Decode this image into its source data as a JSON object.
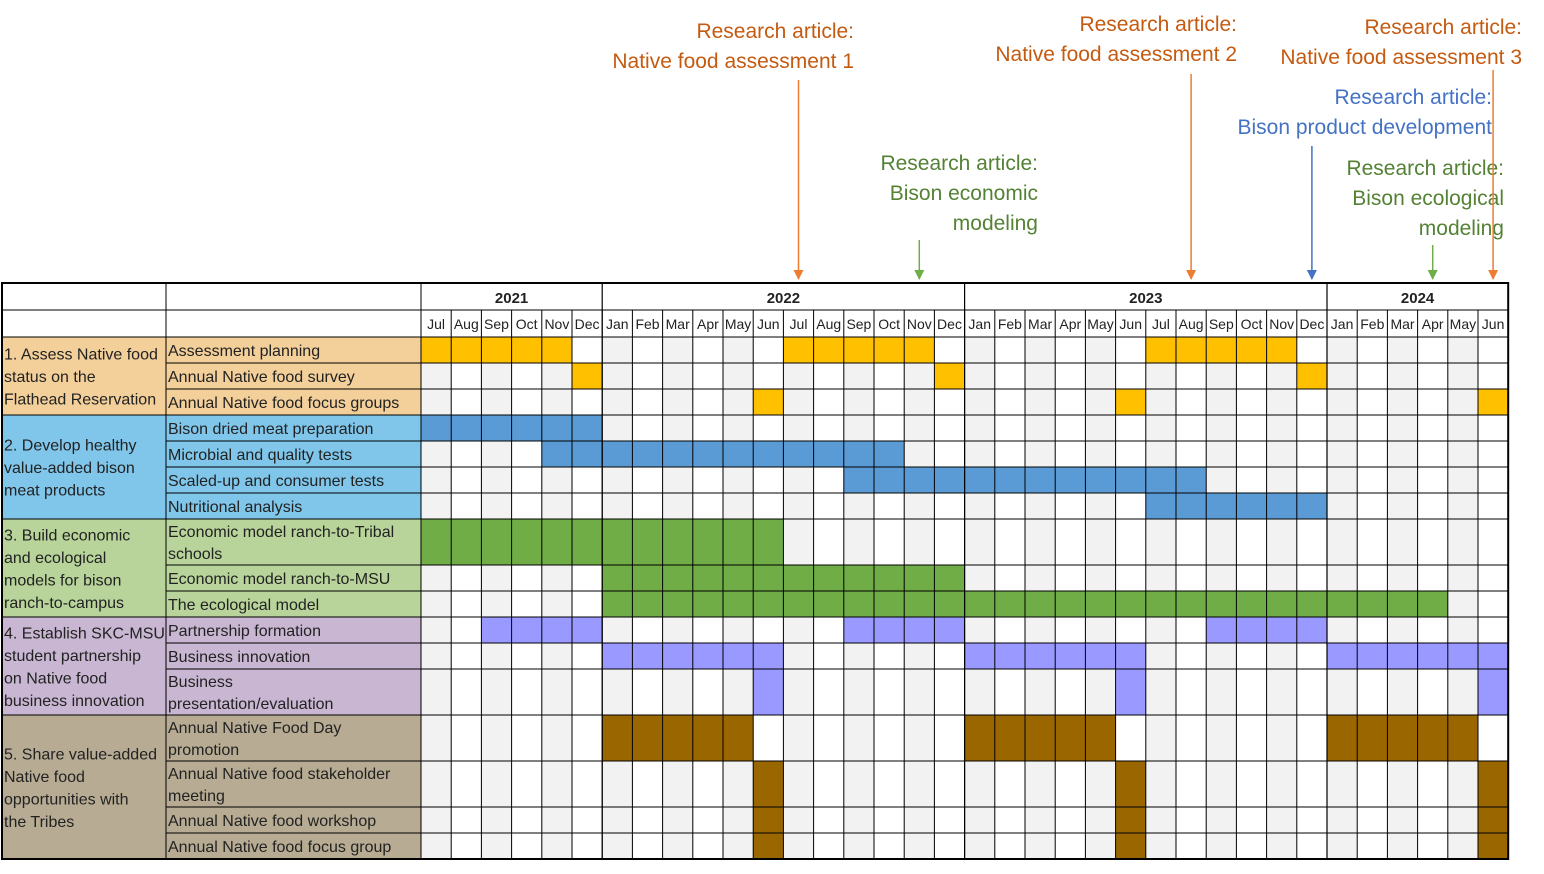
{
  "colors": {
    "orange_annotation": "#C55A11",
    "blue_annotation": "#4472C4",
    "green_annotation": "#548235",
    "arrow_orange": "#ED7D31",
    "arrow_blue": "#4472C4",
    "arrow_green": "#70AD47",
    "grid_shade": "#F2F2F2",
    "grid_line": "#000000"
  },
  "annotations": [
    {
      "lines": [
        "Research article:",
        "Native food assessment 1"
      ],
      "color": "orange",
      "arrow_month": "2022-Jul"
    },
    {
      "lines": [
        "Research article:",
        "Bison economic",
        "modeling"
      ],
      "color": "green",
      "arrow_month": "2022-Nov"
    },
    {
      "lines": [
        "Research article:",
        "Native food assessment 2"
      ],
      "color": "orange",
      "arrow_month": "2023-Aug"
    },
    {
      "lines": [
        "Research article:",
        "Bison product development"
      ],
      "color": "blue",
      "arrow_month": "2023-Dec"
    },
    {
      "lines": [
        "Research article:",
        "Bison ecological",
        "modeling"
      ],
      "color": "green",
      "arrow_month": "2024-Apr"
    },
    {
      "lines": [
        "Research article:",
        "Native food assessment 3"
      ],
      "color": "orange",
      "arrow_month": "2024-Jun"
    }
  ],
  "chart_data": {
    "type": "table",
    "years": [
      {
        "label": "2021",
        "months": [
          "Jul",
          "Aug",
          "Sep",
          "Oct",
          "Nov",
          "Dec"
        ],
        "bold": true
      },
      {
        "label": "2022",
        "months": [
          "Jan",
          "Feb",
          "Mar",
          "Apr",
          "May",
          "Jun",
          "Jul",
          "Aug",
          "Sep",
          "Oct",
          "Nov",
          "Dec"
        ],
        "bold": true
      },
      {
        "label": "2023",
        "months": [
          "Jan",
          "Feb",
          "Mar",
          "Apr",
          "May",
          "Jun",
          "Jul",
          "Aug",
          "Sep",
          "Oct",
          "Nov",
          "Dec"
        ],
        "bold": true
      },
      {
        "label": "2024",
        "months": [
          "Jan",
          "Feb",
          "Mar",
          "Apr",
          "May",
          "Jun"
        ],
        "bold": false
      }
    ],
    "objectives": [
      {
        "lines": [
          "1. Assess Native food",
          "status on the",
          "Flathead Reservation"
        ],
        "bg": "#F3CF9A",
        "bar": "#FFC000",
        "tasks": [
          {
            "lines": [
              "Assessment planning"
            ],
            "bars": [
              [
                0,
                4
              ],
              [
                12,
                16
              ],
              [
                24,
                28
              ]
            ]
          },
          {
            "lines": [
              "Annual Native food survey"
            ],
            "bars": [
              [
                5,
                5
              ],
              [
                17,
                17
              ],
              [
                29,
                29
              ]
            ]
          },
          {
            "lines": [
              "Annual Native food focus groups"
            ],
            "bars": [
              [
                11,
                11
              ],
              [
                23,
                23
              ],
              [
                35,
                35
              ]
            ]
          }
        ]
      },
      {
        "lines": [
          "2. Develop healthy",
          "value-added bison",
          "meat products"
        ],
        "bg": "#7FC6EA",
        "bar": "#5B9BD5",
        "tasks": [
          {
            "lines": [
              "Bison dried meat preparation"
            ],
            "bars": [
              [
                0,
                5
              ]
            ]
          },
          {
            "lines": [
              "Microbial and quality tests"
            ],
            "bars": [
              [
                4,
                15
              ]
            ]
          },
          {
            "lines": [
              "Scaled-up and consumer tests"
            ],
            "bars": [
              [
                14,
                25
              ]
            ]
          },
          {
            "lines": [
              "Nutritional analysis"
            ],
            "bars": [
              [
                24,
                29
              ]
            ]
          }
        ]
      },
      {
        "lines": [
          "3. Build economic",
          "and ecological",
          "models for bison",
          "ranch-to-campus"
        ],
        "bg": "#B8D49A",
        "bar": "#70AD47",
        "tasks": [
          {
            "lines": [
              "Economic model ranch-to-Tribal",
              "schools"
            ],
            "bars": [
              [
                0,
                11
              ]
            ]
          },
          {
            "lines": [
              "Economic model ranch-to-MSU"
            ],
            "bars": [
              [
                6,
                17
              ]
            ]
          },
          {
            "lines": [
              "The ecological model"
            ],
            "bars": [
              [
                6,
                33
              ]
            ]
          }
        ]
      },
      {
        "lines": [
          "4. Establish SKC-MSU",
          "student partnership",
          "on Native food",
          "business innovation"
        ],
        "bg": "#C9B6D2",
        "bar": "#9999FF",
        "tasks": [
          {
            "lines": [
              "Partnership formation"
            ],
            "bars": [
              [
                2,
                5
              ],
              [
                14,
                17
              ],
              [
                26,
                29
              ]
            ]
          },
          {
            "lines": [
              "Business innovation"
            ],
            "bars": [
              [
                6,
                11
              ],
              [
                18,
                23
              ],
              [
                30,
                35
              ]
            ]
          },
          {
            "lines": [
              "Business",
              "presentation/evaluation"
            ],
            "bars": [
              [
                11,
                11
              ],
              [
                23,
                23
              ],
              [
                35,
                35
              ]
            ]
          }
        ]
      },
      {
        "lines": [
          "5. Share value-added",
          "Native food",
          "opportunities with",
          "the Tribes"
        ],
        "bg": "#B7AC93",
        "bar": "#996600",
        "tasks": [
          {
            "lines": [
              "Annual Native Food Day",
              "promotion"
            ],
            "bars": [
              [
                6,
                10
              ],
              [
                18,
                22
              ],
              [
                30,
                34
              ]
            ]
          },
          {
            "lines": [
              "Annual Native food stakeholder",
              "meeting"
            ],
            "bars": [
              [
                11,
                11
              ],
              [
                23,
                23
              ],
              [
                35,
                35
              ]
            ]
          },
          {
            "lines": [
              "Annual Native food workshop"
            ],
            "bars": [
              [
                11,
                11
              ],
              [
                23,
                23
              ],
              [
                35,
                35
              ]
            ]
          },
          {
            "lines": [
              "Annual Native food focus group"
            ],
            "bars": [
              [
                11,
                11
              ],
              [
                23,
                23
              ],
              [
                35,
                35
              ]
            ]
          }
        ]
      }
    ]
  }
}
